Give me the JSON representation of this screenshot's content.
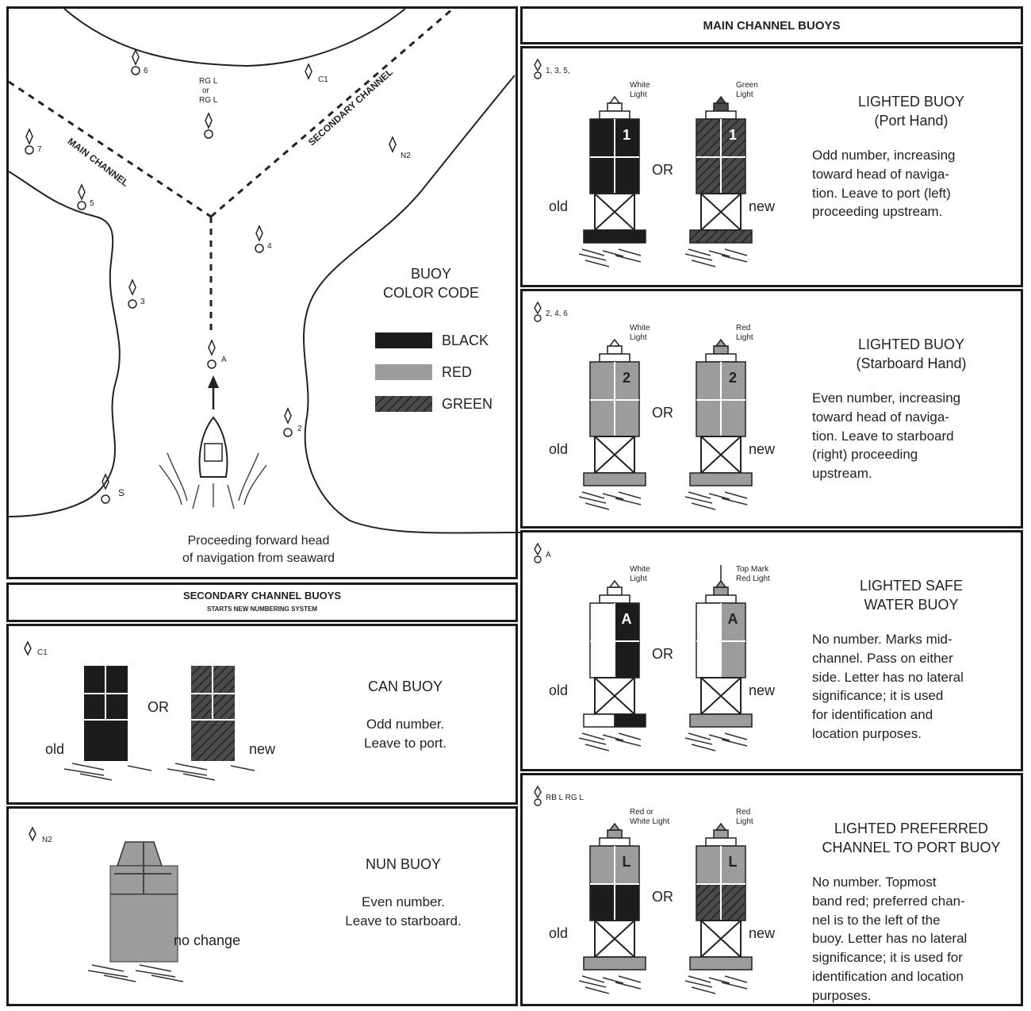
{
  "map": {
    "main_channel": "MAIN CHANNEL",
    "secondary_channel": "SECONDARY CHANNEL",
    "caption_line1": "Proceeding forward head",
    "caption_line2": "of navigation from seaward",
    "markers": [
      "6",
      "RG L",
      "or",
      "RG L",
      "C1",
      "7",
      "N2",
      "5",
      "4",
      "3",
      "A",
      "2",
      "S"
    ],
    "legend": {
      "title_line1": "BUOY",
      "title_line2": "COLOR CODE",
      "items": [
        {
          "label": "BLACK",
          "color": "#1c1c1c"
        },
        {
          "label": "RED",
          "color": "#9c9c9c"
        },
        {
          "label": "GREEN",
          "color": "#4a4a4a"
        }
      ]
    }
  },
  "main_header": "MAIN CHANNEL BUOYS",
  "secondary_header": {
    "title": "SECONDARY CHANNEL BUOYS",
    "subtitle": "STARTS NEW NUMBERING SYSTEM"
  },
  "common": {
    "or": "OR",
    "old": "old",
    "new": "new",
    "no_change": "no change"
  },
  "main_buoys": [
    {
      "symbol": "1, 3, 5,",
      "light_old": [
        "White",
        "Light"
      ],
      "light_new": [
        "Green",
        "Light"
      ],
      "number": "1",
      "title": [
        "LIGHTED BUOY",
        "(Port Hand)"
      ],
      "desc": [
        "Odd number, increasing",
        "toward head of naviga-",
        "tion. Leave to port (left)",
        "proceeding upstream."
      ]
    },
    {
      "symbol": "2, 4, 6",
      "light_old": [
        "White",
        "Light"
      ],
      "light_new": [
        "Red",
        "Light"
      ],
      "number": "2",
      "title": [
        "LIGHTED BUOY",
        "(Starboard Hand)"
      ],
      "desc": [
        "Even number, increasing",
        "toward head of naviga-",
        "tion. Leave to starboard",
        "(right) proceeding",
        "upstream."
      ]
    },
    {
      "symbol": "A",
      "light_old": [
        "White",
        "Light"
      ],
      "light_new": [
        "Top Mark",
        "Red Light"
      ],
      "number": "A",
      "title": [
        "LIGHTED SAFE",
        "WATER BUOY"
      ],
      "desc": [
        "No number. Marks mid-",
        "channel. Pass on either",
        "side. Letter has no lateral",
        "significance; it is used",
        "for identification and",
        "location purposes."
      ]
    },
    {
      "symbol": "RB L   RG L",
      "light_old": [
        "Red or",
        "White Light"
      ],
      "light_new": [
        "Red",
        "Light"
      ],
      "number": "L",
      "title": [
        "LIGHTED PREFERRED",
        "CHANNEL TO PORT BUOY"
      ],
      "desc": [
        "No number. Topmost",
        "band red; preferred chan-",
        "nel is to the left of the",
        "buoy. Letter has no lateral",
        "significance; it is used for",
        "identification and location",
        "purposes."
      ]
    }
  ],
  "can_buoy": {
    "symbol": "C1",
    "title": "CAN BUOY",
    "desc": [
      "Odd number.",
      "Leave to port."
    ]
  },
  "nun_buoy": {
    "symbol": "N2",
    "title": "NUN BUOY",
    "desc": [
      "Even number.",
      "Leave to starboard."
    ]
  }
}
